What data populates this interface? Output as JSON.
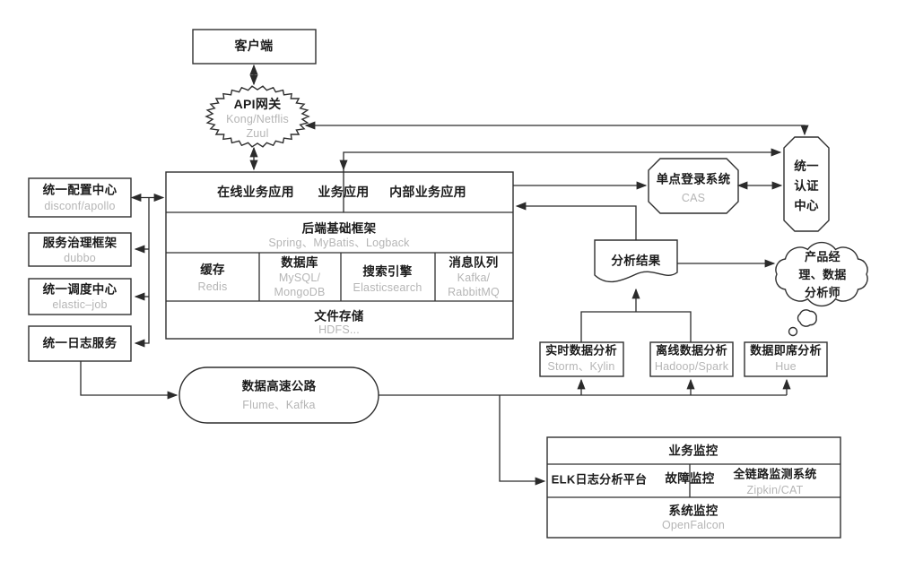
{
  "diagram": {
    "client": "客户端",
    "api_gateway": {
      "title": "API网关",
      "sub1": "Kong/Netflis",
      "sub2": "Zuul"
    },
    "left_panel": [
      {
        "title": "统一配置中心",
        "sub": "disconf/apollo"
      },
      {
        "title": "服务治理框架",
        "sub": "dubbo"
      },
      {
        "title": "统一调度中心",
        "sub": "elastic–job"
      },
      {
        "title": "统一日志服务"
      }
    ],
    "platform": {
      "apps": [
        "在线业务应用",
        "业务应用",
        "内部业务应用"
      ],
      "framework": {
        "title": "后端基础框架",
        "sub": "Spring、MyBatis、Logback"
      },
      "cells": [
        {
          "title": "缓存",
          "sub": "Redis"
        },
        {
          "title": "数据库",
          "sub": "MySQL/\nMongoDB"
        },
        {
          "title": "搜索引擎",
          "sub": "Elasticsearch"
        },
        {
          "title": "消息队列",
          "sub": "Kafka/\nRabbitMQ"
        }
      ],
      "storage": {
        "title": "文件存储",
        "sub": "HDFS..."
      }
    },
    "sso": {
      "title": "单点登录系统",
      "sub": "CAS"
    },
    "auth_center": "统一\n认证\n中心",
    "analysis_result": "分析结果",
    "consumers_cloud": "产品经\n理、数据\n分析师",
    "analysis": [
      {
        "title": "实时数据分析",
        "sub": "Storm、Kylin"
      },
      {
        "title": "离线数据分析",
        "sub": "Hadoop/Spark"
      },
      {
        "title": "数据即席分析",
        "sub": "Hue"
      }
    ],
    "data_highway": {
      "title": "数据高速公路",
      "sub": "Flume、Kafka"
    },
    "monitoring": {
      "business": "业务监控",
      "elk": "ELK日志分析平台",
      "fault": "故障监控",
      "tracing": {
        "title": "全链路监测系统",
        "sub": "Zipkin/CAT"
      },
      "system": {
        "title": "系统监控",
        "sub": "OpenFalcon"
      }
    }
  },
  "colors": {
    "line": "#333333",
    "text": "#1b1b1b",
    "muted": "#b5b5b5",
    "background": "#ffffff"
  }
}
